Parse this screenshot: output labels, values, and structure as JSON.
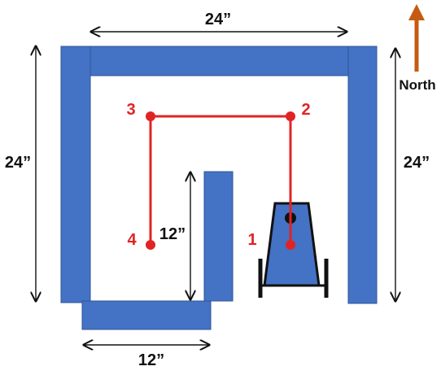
{
  "colors": {
    "wall": "#4472C4",
    "wall_stroke": "#2F5597",
    "path": "#E02424",
    "arrow": "#C55A11",
    "dimension": "#111111"
  },
  "compass": {
    "label": "North",
    "icon": "north-arrow-icon"
  },
  "dimensions": {
    "top": "24”",
    "left": "24”",
    "right": "24”",
    "bottom": "12”",
    "inner": "12”"
  },
  "waypoints": [
    {
      "label": "1"
    },
    {
      "label": "2"
    },
    {
      "label": "3"
    },
    {
      "label": "4"
    }
  ],
  "robot": {
    "icon": "robot-icon"
  }
}
